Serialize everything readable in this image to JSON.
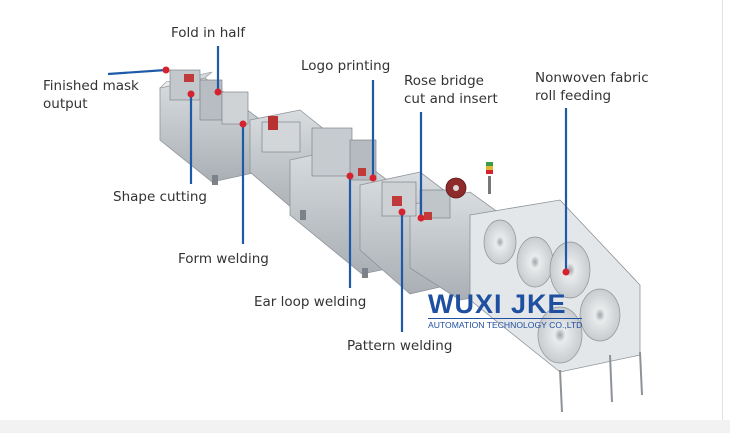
{
  "labels": {
    "finished_mask_output": [
      "Finished mask",
      "output"
    ],
    "fold_in_half": "Fold in half",
    "logo_printing": "Logo printing",
    "rose_bridge": [
      "Rose bridge",
      "cut and insert"
    ],
    "nonwoven_fabric": [
      "Nonwoven fabric",
      "roll feeding"
    ],
    "shape_cutting": "Shape cutting",
    "form_welding": "Form welding",
    "ear_loop_welding": "Ear loop welding",
    "pattern_welding": "Pattern welding"
  },
  "brand": {
    "name": "WUXI JKE",
    "subtitle": "AUTOMATION TECHNOLOGY CO.,LTD"
  },
  "colors": {
    "pointer_line": "#1e5aa8",
    "pointer_dot": "#d4232e",
    "brand": "#1f4fa0",
    "label_text": "#333333"
  }
}
